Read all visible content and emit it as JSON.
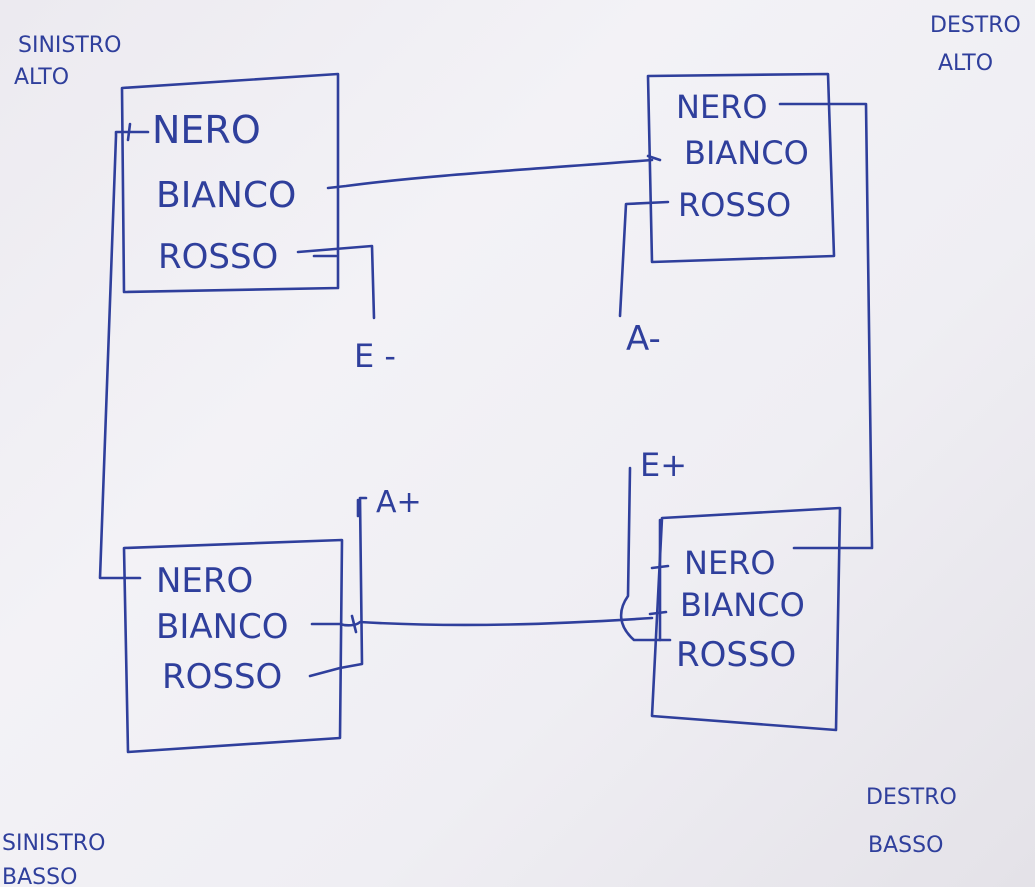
{
  "corner_labels": {
    "top_left": [
      "SINISTRO",
      "ALTO"
    ],
    "top_right": [
      "DESTRO",
      "ALTO"
    ],
    "bottom_left": [
      "SINISTRO",
      "BASSO"
    ],
    "bottom_right": [
      "DESTRO",
      "BASSO"
    ]
  },
  "boxes": {
    "top_left": {
      "wires": [
        "NERO",
        "BIANCO",
        "ROSSO"
      ]
    },
    "top_right": {
      "wires": [
        "NERO",
        "BIANCO",
        "ROSSO"
      ]
    },
    "bottom_left": {
      "wires": [
        "NERO",
        "BIANCO",
        "ROSSO"
      ]
    },
    "bottom_right": {
      "wires": [
        "NERO",
        "BIANCO",
        "ROSSO"
      ]
    }
  },
  "terminals": {
    "e_minus": "E -",
    "a_minus": "A-",
    "e_plus": "E+",
    "a_plus": "A+"
  },
  "colors": {
    "ink": "#2f3f9c",
    "paper": "#efeef3"
  }
}
